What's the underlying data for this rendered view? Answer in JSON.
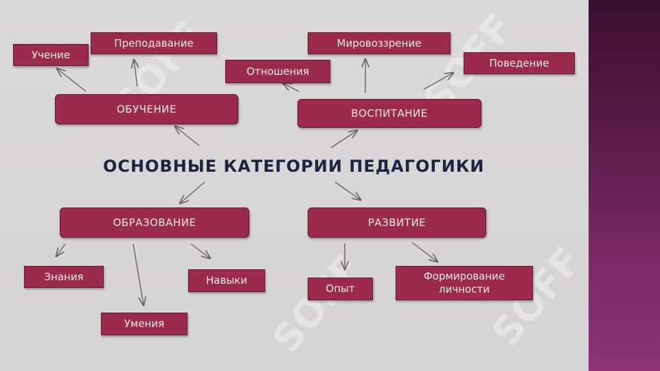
{
  "title": "ОСНОВНЫЕ КАТЕГОРИИ ПЕДАГОГИКИ",
  "categories": {
    "obuchenie": "ОБУЧЕНИЕ",
    "vospitanie": "ВОСПИТАНИЕ",
    "obrazovanie": "ОБРАЗОВАНИЕ",
    "razvitie": "РАЗВИТИЕ"
  },
  "sub": {
    "uchenie": "Учение",
    "prepodavanie": "Преподавание",
    "otnosheniya": "Отношения",
    "mirovozzrenie": "Мировоззрение",
    "povedenie": "Поведение",
    "znaniya": "Знания",
    "umeniya": "Умения",
    "navyki": "Навыки",
    "opyt": "Опыт",
    "formirovanie_line1": "Формирование",
    "formirovanie_line2": "личности"
  },
  "watermark": "SOFF",
  "colors": {
    "box": "#9b2a4c",
    "title": "#1c2540",
    "arrow": "#6b6265"
  }
}
